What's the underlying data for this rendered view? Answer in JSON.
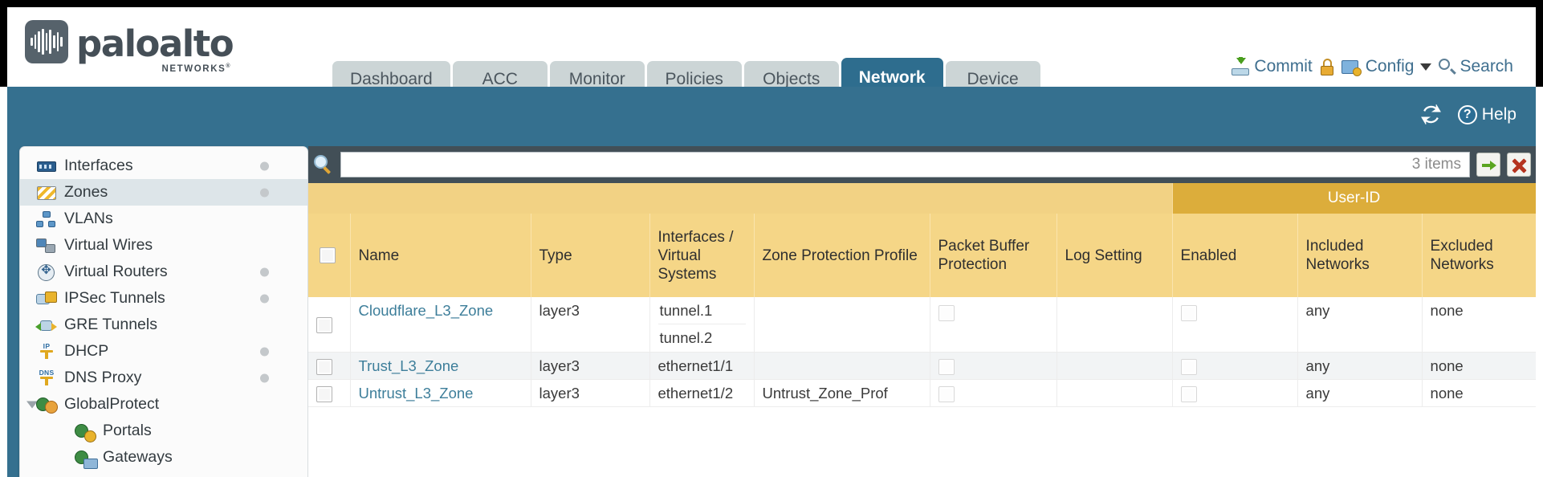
{
  "brand": {
    "name": "paloalto",
    "tagline": "NETWORKS",
    "registered": "®"
  },
  "header": {
    "tabs": [
      {
        "label": "Dashboard",
        "active": false
      },
      {
        "label": "ACC",
        "active": false
      },
      {
        "label": "Monitor",
        "active": false
      },
      {
        "label": "Policies",
        "active": false
      },
      {
        "label": "Objects",
        "active": false
      },
      {
        "label": "Network",
        "active": true
      },
      {
        "label": "Device",
        "active": false
      }
    ],
    "actions": {
      "commit": "Commit",
      "config": "Config",
      "search": "Search"
    }
  },
  "band": {
    "help": "Help"
  },
  "sidebar": {
    "items": [
      {
        "label": "Interfaces",
        "icon": "interfaces-icon",
        "dot": true,
        "selected": false,
        "child": false,
        "expander": false
      },
      {
        "label": "Zones",
        "icon": "zones-icon",
        "dot": true,
        "selected": true,
        "child": false,
        "expander": false
      },
      {
        "label": "VLANs",
        "icon": "vlans-icon",
        "dot": false,
        "selected": false,
        "child": false,
        "expander": false
      },
      {
        "label": "Virtual Wires",
        "icon": "virtual-wires-icon",
        "dot": false,
        "selected": false,
        "child": false,
        "expander": false
      },
      {
        "label": "Virtual Routers",
        "icon": "virtual-routers-icon",
        "dot": true,
        "selected": false,
        "child": false,
        "expander": false
      },
      {
        "label": "IPSec Tunnels",
        "icon": "ipsec-tunnels-icon",
        "dot": true,
        "selected": false,
        "child": false,
        "expander": false
      },
      {
        "label": "GRE Tunnels",
        "icon": "gre-tunnels-icon",
        "dot": false,
        "selected": false,
        "child": false,
        "expander": false
      },
      {
        "label": "DHCP",
        "icon": "dhcp-icon",
        "dot": true,
        "selected": false,
        "child": false,
        "expander": false
      },
      {
        "label": "DNS Proxy",
        "icon": "dns-proxy-icon",
        "dot": true,
        "selected": false,
        "child": false,
        "expander": false
      },
      {
        "label": "GlobalProtect",
        "icon": "globalprotect-icon",
        "dot": false,
        "selected": false,
        "child": false,
        "expander": true
      },
      {
        "label": "Portals",
        "icon": "portals-icon",
        "dot": false,
        "selected": false,
        "child": true,
        "expander": false
      },
      {
        "label": "Gateways",
        "icon": "gateways-icon",
        "dot": false,
        "selected": false,
        "child": true,
        "expander": false
      }
    ]
  },
  "search": {
    "value": "",
    "placeholder": "",
    "items_count": "3 items"
  },
  "table": {
    "group_header": "User-ID",
    "columns": [
      "Name",
      "Type",
      "Interfaces / Virtual Systems",
      "Zone Protection Profile",
      "Packet Buffer Protection",
      "Log Setting",
      "Enabled",
      "Included Networks",
      "Excluded Networks"
    ],
    "rows": [
      {
        "name": "Cloudflare_L3_Zone",
        "type": "layer3",
        "interfaces": [
          "tunnel.1",
          "tunnel.2"
        ],
        "zone_protection_profile": "",
        "packet_buffer_protection": false,
        "log_setting": "",
        "userid_enabled": false,
        "included_networks": "any",
        "excluded_networks": "none"
      },
      {
        "name": "Trust_L3_Zone",
        "type": "layer3",
        "interfaces": [
          "ethernet1/1"
        ],
        "zone_protection_profile": "",
        "packet_buffer_protection": false,
        "log_setting": "",
        "userid_enabled": false,
        "included_networks": "any",
        "excluded_networks": "none"
      },
      {
        "name": "Untrust_L3_Zone",
        "type": "layer3",
        "interfaces": [
          "ethernet1/2"
        ],
        "zone_protection_profile": "Untrust_Zone_Prof",
        "packet_buffer_protection": false,
        "log_setting": "",
        "userid_enabled": false,
        "included_networks": "any",
        "excluded_networks": "none"
      }
    ]
  },
  "colors": {
    "brand_blue": "#35708f",
    "active_tab": "#2e6d8e",
    "table_header": "#f5d687",
    "userid_header": "#dcad3b",
    "link": "#3d7e9a"
  }
}
